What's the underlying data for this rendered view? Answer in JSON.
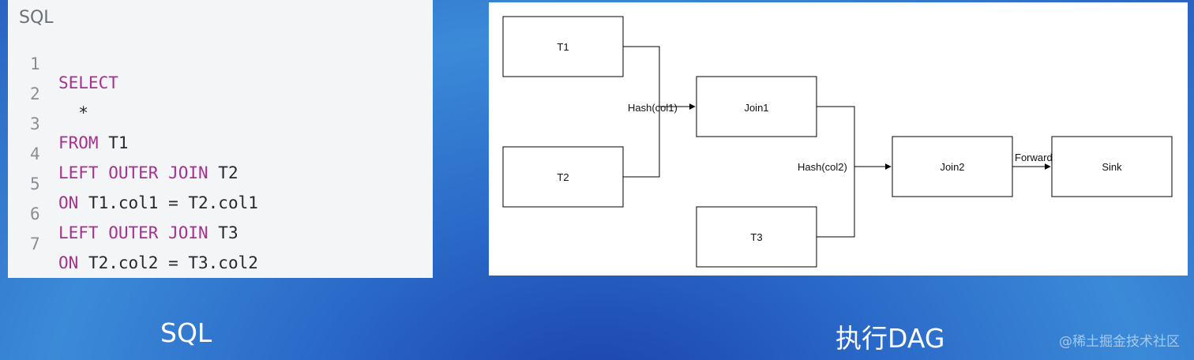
{
  "code_panel": {
    "language_label": "SQL",
    "lines": [
      {
        "num": "1",
        "kw": "SELECT",
        "rest": ""
      },
      {
        "num": "2",
        "kw": "",
        "rest": "  *"
      },
      {
        "num": "3",
        "kw": "FROM",
        "rest": " T1"
      },
      {
        "num": "4",
        "kw": "LEFT OUTER JOIN",
        "rest": " T2"
      },
      {
        "num": "5",
        "kw": "ON",
        "rest": " T1.col1 = T2.col1"
      },
      {
        "num": "6",
        "kw": "LEFT OUTER JOIN",
        "rest": " T3"
      },
      {
        "num": "7",
        "kw": "ON",
        "rest": " T2.col2 = T3.col2"
      }
    ]
  },
  "diagram": {
    "nodes": {
      "t1": "T1",
      "t2": "T2",
      "t3": "T3",
      "join1": "Join1",
      "join2": "Join2",
      "sink": "Sink"
    },
    "edges": {
      "hash_col1": "Hash(col1)",
      "hash_col2": "Hash(col2)",
      "forward": "Forward"
    }
  },
  "captions": {
    "left": "SQL",
    "right": "执行DAG"
  },
  "watermark": "@稀土掘金技术社区"
}
